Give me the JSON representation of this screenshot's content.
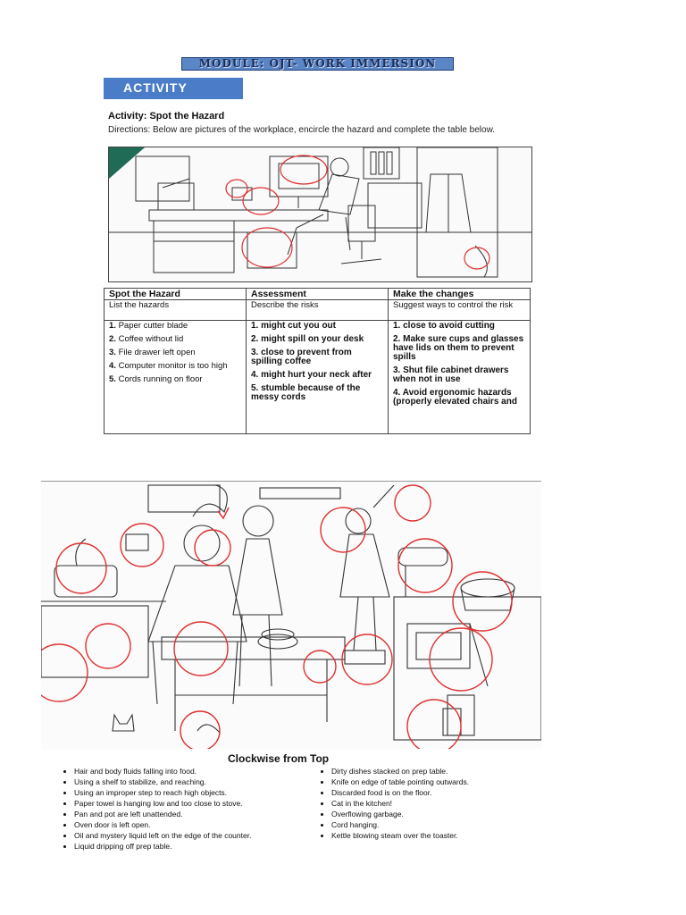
{
  "module_title": "MODULE: OJT- WORK IMMERSION",
  "activity_banner": "ACTIVITY",
  "activity_heading": "Activity: Spot the Hazard",
  "directions": "Directions: Below are pictures of the workplace, encircle the hazard and complete the table below.",
  "table": {
    "headers": [
      "Spot the Hazard",
      "Assessment",
      "Make the changes"
    ],
    "subheaders": [
      "List the hazards",
      "Describe the risks",
      "Suggest ways to control the risk"
    ],
    "hazards": [
      {
        "num": "1.",
        "text": "Paper cutter blade"
      },
      {
        "num": "2.",
        "text": "Coffee without lid"
      },
      {
        "num": "3.",
        "text": "File drawer left open"
      },
      {
        "num": "4.",
        "text": "Computer monitor is too high"
      },
      {
        "num": "5.",
        "text": "Cords running on floor"
      }
    ],
    "assessments": [
      "1. might cut you out",
      "2. might spill on your desk",
      "3. close to prevent from spilling coffee",
      "4. might hurt your neck after",
      "5. stumble because of the messy cords"
    ],
    "changes": [
      "1. close to avoid cutting",
      "2. Make sure cups and glasses have lids on them to prevent spills",
      "3. Shut file cabinet drawers when not in use",
      "4. Avoid ergonomic hazards (properly elevated chairs and"
    ]
  },
  "kitchen_section": {
    "title": "Clockwise from Top",
    "left_items": [
      "Hair and body fluids falling into food.",
      "Using a shelf to stabilize, and reaching.",
      "Using an improper step to reach high objects.",
      "Paper towel is hanging low and too close to stove.",
      "Pan and pot are left unattended.",
      "Oven door is left open.",
      "Oil and mystery liquid left on the edge of the counter.",
      "Liquid dripping off prep table."
    ],
    "right_items": [
      "Dirty dishes stacked on prep table.",
      "Knife on edge of table pointing outwards.",
      "Discarded food is on the floor.",
      "Cat in the kitchen!",
      "Overflowing garbage.",
      "Cord hanging.",
      "Kettle blowing steam over the toaster."
    ]
  },
  "colors": {
    "banner_blue": "#4a7cc7",
    "hazard_circle": "#e03030",
    "line_art": "#333333"
  }
}
